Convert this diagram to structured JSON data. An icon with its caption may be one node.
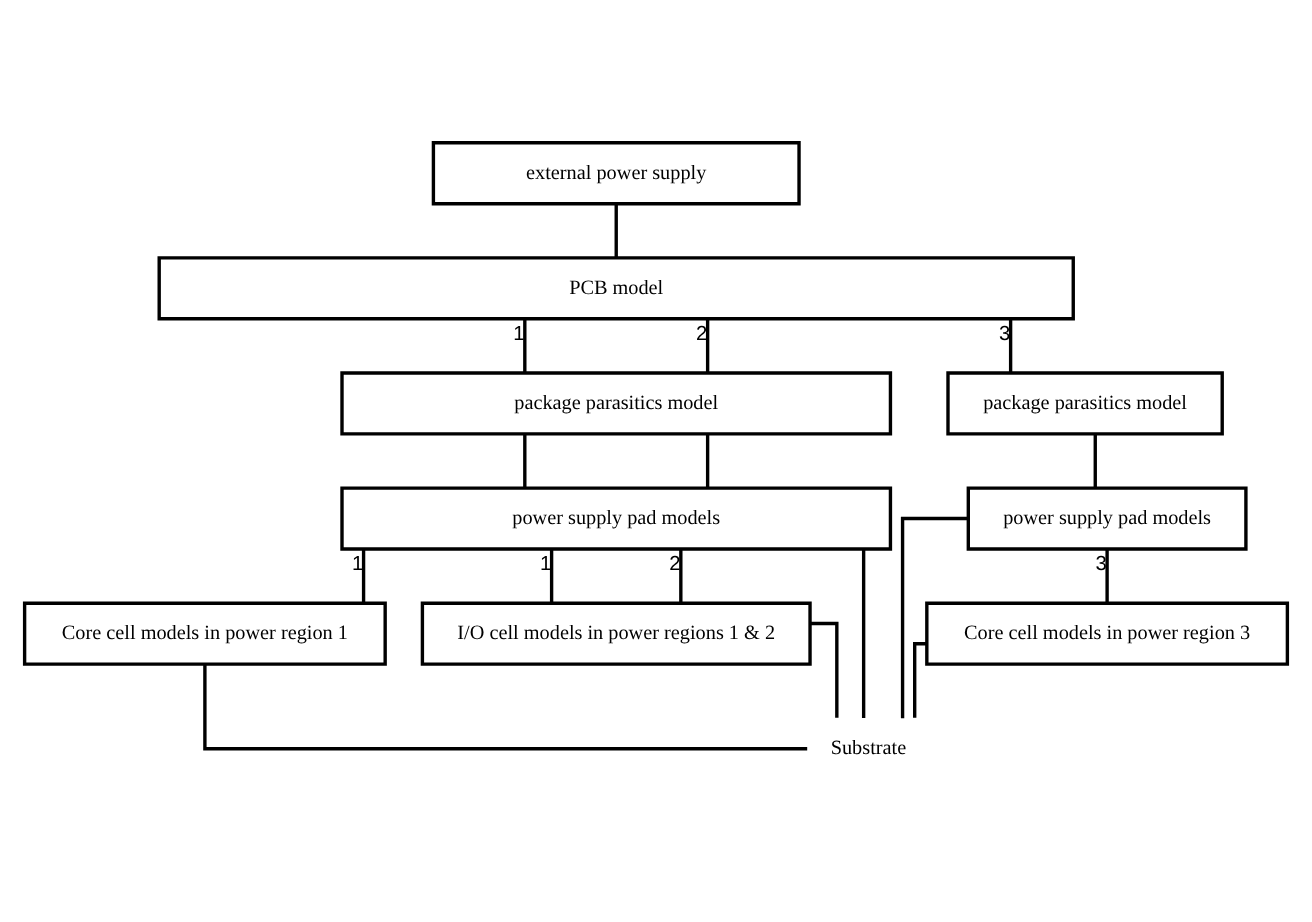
{
  "diagram": {
    "nodes": [
      {
        "text": [
          "external power supply"
        ]
      },
      {
        "text": [
          "PCB model"
        ]
      },
      {
        "text": [
          "package parasitics model"
        ]
      },
      {
        "text": [
          "package parasitics model"
        ]
      },
      {
        "text": [
          "power supply pad models"
        ]
      },
      {
        "text": [
          "power supply pad models"
        ]
      },
      {
        "text": [
          "Core cell models in power region 1"
        ]
      },
      {
        "text": [
          "I/O cell models in power regions 1 & 2"
        ]
      },
      {
        "text": [
          "Core cell models in power region 3"
        ]
      },
      {
        "text": [
          "Substrate"
        ]
      }
    ],
    "edges": [
      {
        "from": 0,
        "to": 1,
        "arrow": "none"
      },
      {
        "from": 1,
        "to": 2,
        "arrow": "none",
        "label": "1"
      },
      {
        "from": 1,
        "to": 2,
        "arrow": "none",
        "label": "2"
      },
      {
        "from": 1,
        "to": 3,
        "arrow": "none",
        "label": "3"
      },
      {
        "from": 2,
        "to": 4,
        "arrow": "none"
      },
      {
        "from": 2,
        "to": 4,
        "arrow": "none"
      },
      {
        "from": 3,
        "to": 5,
        "arrow": "none"
      },
      {
        "from": 4,
        "to": 6,
        "arrow": "none",
        "label": "1"
      },
      {
        "from": 4,
        "to": 7,
        "arrow": "none",
        "label": "1"
      },
      {
        "from": 4,
        "to": 7,
        "arrow": "none",
        "label": "2"
      },
      {
        "from": 5,
        "to": 8,
        "arrow": "none",
        "label": "3"
      },
      {
        "from": 4,
        "to": 9,
        "arrow": "none"
      },
      {
        "from": 6,
        "to": 9,
        "arrow": "none"
      },
      {
        "from": 7,
        "to": 9,
        "arrow": "none"
      },
      {
        "from": 5,
        "to": 9,
        "arrow": "none"
      },
      {
        "from": 8,
        "to": 9,
        "arrow": "none"
      }
    ]
  }
}
